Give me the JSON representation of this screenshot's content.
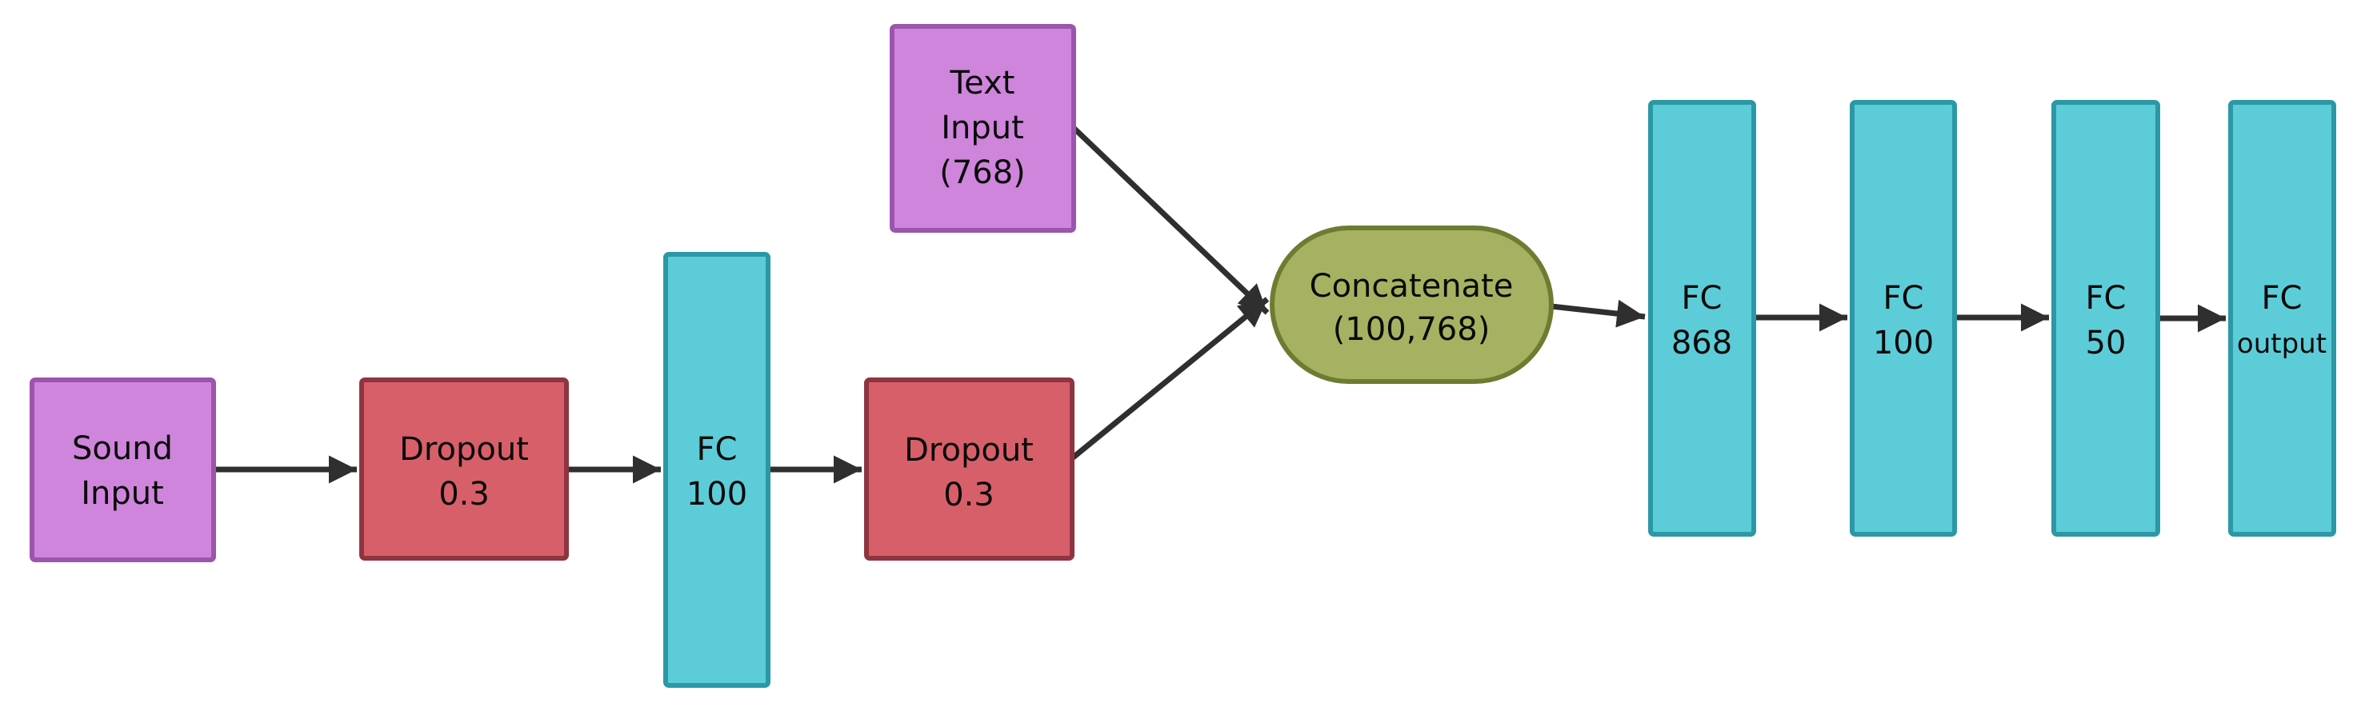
{
  "diagram": {
    "type": "neural-network-architecture-flowchart",
    "nodes": {
      "sound_input": {
        "kind": "input",
        "l1": "Sound",
        "l2": "Input"
      },
      "dropout1": {
        "kind": "dropout",
        "l1": "Dropout",
        "l2": "0.3"
      },
      "fc100_sound": {
        "kind": "fc",
        "l1": "FC",
        "l2": "100"
      },
      "dropout2": {
        "kind": "dropout",
        "l1": "Dropout",
        "l2": "0.3"
      },
      "text_input": {
        "kind": "input",
        "l1": "Text",
        "l2": "Input",
        "l3": "(768)"
      },
      "concatenate": {
        "kind": "merge",
        "l1": "Concatenate",
        "l2": "(100,768)"
      },
      "fc868": {
        "kind": "fc",
        "l1": "FC",
        "l2": "868"
      },
      "fc100_merged": {
        "kind": "fc",
        "l1": "FC",
        "l2": "100"
      },
      "fc50": {
        "kind": "fc",
        "l1": "FC",
        "l2": "50"
      },
      "fc_output": {
        "kind": "fc",
        "l1": "FC",
        "l2": "output"
      }
    },
    "connections": [
      {
        "from": "sound_input",
        "to": "dropout1"
      },
      {
        "from": "dropout1",
        "to": "fc100_sound"
      },
      {
        "from": "fc100_sound",
        "to": "dropout2"
      },
      {
        "from": "dropout2",
        "to": "concatenate"
      },
      {
        "from": "text_input",
        "to": "concatenate"
      },
      {
        "from": "concatenate",
        "to": "fc868"
      },
      {
        "from": "fc868",
        "to": "fc100_merged"
      },
      {
        "from": "fc100_merged",
        "to": "fc50"
      },
      {
        "from": "fc50",
        "to": "fc_output"
      }
    ],
    "colors": {
      "input_fill": "#cf85dc",
      "input_border": "#9c55ac",
      "dropout_fill": "#d75f69",
      "dropout_border": "#8e3540",
      "fc_fill": "#5ccdd8",
      "fc_border": "#2b98a5",
      "merge_fill": "#a6b261",
      "merge_border": "#6d7c31",
      "edge": "#2f2f2f",
      "text": "#0a0a0a",
      "background": "#ffffff"
    }
  }
}
